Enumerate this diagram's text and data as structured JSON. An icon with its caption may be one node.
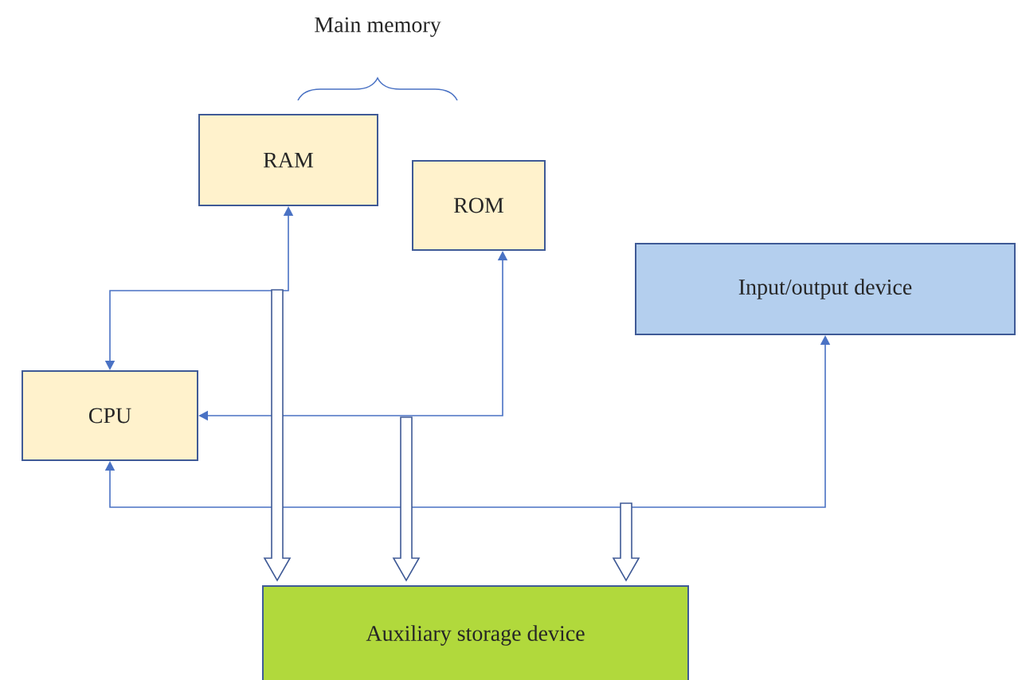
{
  "diagram": {
    "nodes": [
      {
        "text": [
          "RAM"
        ]
      },
      {
        "text": [
          "ROM"
        ]
      },
      {
        "text": [
          "Input/output device"
        ]
      },
      {
        "text": [
          "CPU"
        ]
      },
      {
        "text": [
          "Auxiliary storage device"
        ]
      }
    ],
    "edges": [
      {
        "from": 0,
        "to": 3,
        "arrow": "both"
      },
      {
        "from": 1,
        "to": 3,
        "arrow": "both"
      },
      {
        "from": 3,
        "to": 2,
        "arrow": "both"
      },
      {
        "from": null,
        "to": 4,
        "arrow": "to",
        "style": "thick"
      },
      {
        "from": null,
        "to": 4,
        "arrow": "to",
        "style": "thick"
      },
      {
        "from": null,
        "to": 4,
        "arrow": "to",
        "style": "thick"
      }
    ],
    "labels": [
      "Main memory"
    ]
  }
}
